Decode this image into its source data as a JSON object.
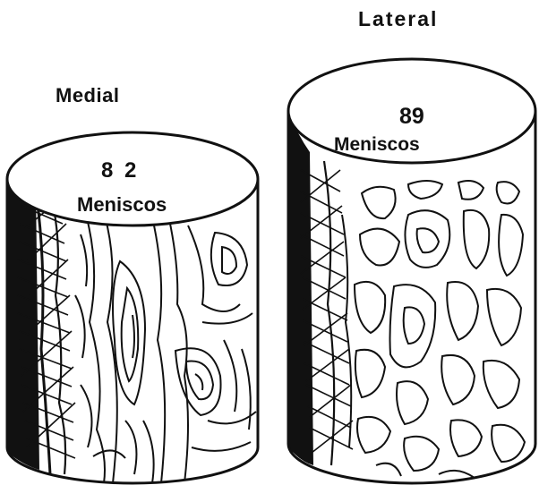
{
  "figure": {
    "medial": {
      "title": "Medial",
      "count": "8 2",
      "unit": "Meniscos"
    },
    "lateral": {
      "title": "Lateral",
      "count": "89",
      "unit": "Meniscos"
    }
  },
  "colors": {
    "ink": "#111111",
    "paper": "#ffffff"
  }
}
